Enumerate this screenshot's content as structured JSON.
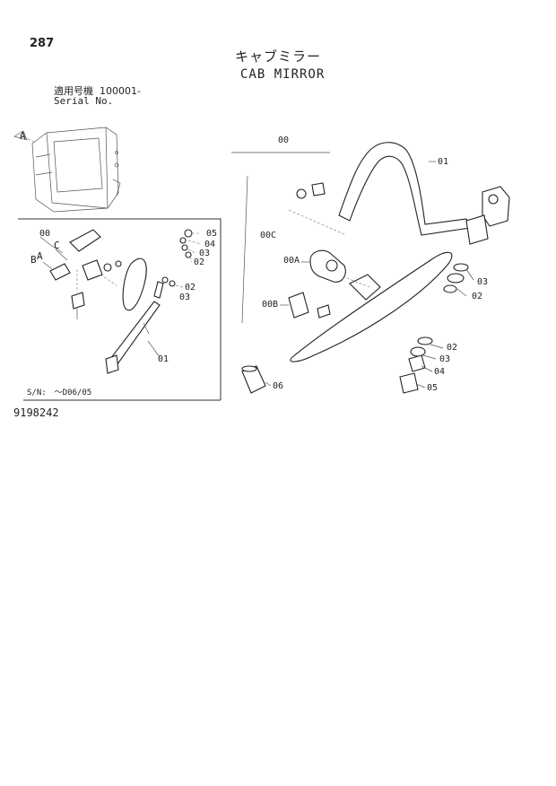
{
  "page_number": "287",
  "title_jp": "キャブミラー",
  "title_en": "CAB MIRROR",
  "serial": {
    "label_jp": "適用号機",
    "value": "100001-",
    "label_en": "Serial No."
  },
  "inset_note": "S/N:　～D06/05",
  "document_number": "9198242",
  "inset_labels": {
    "l00": "00",
    "lC": "C",
    "lB": "B",
    "lA": "A",
    "l05": "05",
    "l04": "04",
    "l03a": "03",
    "l02a": "02",
    "l02b": "02",
    "l03b": "03",
    "l01": "01",
    "lA_cab": "A"
  },
  "main_labels": {
    "l00": "00",
    "l01": "01",
    "l00C": "00C",
    "l00A": "00A",
    "l00B": "00B",
    "l03a": "03",
    "l02a": "02",
    "l02b": "02",
    "l03b": "03",
    "l04": "04",
    "l05": "05",
    "l06": "06"
  }
}
